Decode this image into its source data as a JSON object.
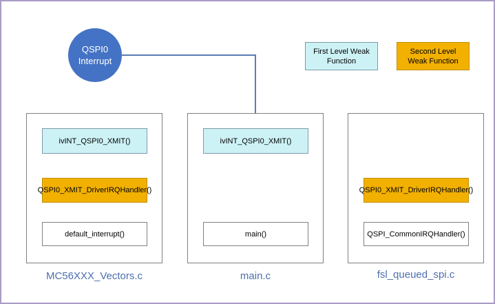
{
  "colors": {
    "circle_fill": "#4472C4",
    "connector": "#5B7BB4",
    "first_level_fill": "#CDF2F6",
    "first_level_border": "#7E9AA8",
    "second_level_fill": "#F2B000",
    "second_level_border": "#BF8F00",
    "plain_border": "#808080",
    "container_border": "#7F7F7F",
    "file_label": "#4C6FAD",
    "frame_border": "#A99BC7"
  },
  "interrupt_source": {
    "line1": "QSPI0",
    "line2": "Interrupt"
  },
  "legend": {
    "first_level": "First Level Weak Function",
    "second_level": "Second Level Weak Function"
  },
  "files": [
    {
      "name": "MC56XXX_Vectors.c",
      "functions": [
        {
          "label": "ivINT_QSPI0_XMIT()",
          "type": "first"
        },
        {
          "label": "QSPI0_XMIT_DriverIRQHandler()",
          "type": "second"
        },
        {
          "label": "default_interrupt()",
          "type": "plain"
        }
      ]
    },
    {
      "name": "main.c",
      "functions": [
        {
          "label": "ivINT_QSPI0_XMIT()",
          "type": "first"
        },
        {
          "label": "main()",
          "type": "plain"
        }
      ]
    },
    {
      "name": "fsl_queued_spi.c",
      "functions": [
        {
          "label": "QSPI0_XMIT_DriverIRQHandler()",
          "type": "second"
        },
        {
          "label": "QSPI_CommonIRQHandler()",
          "type": "plain"
        }
      ]
    }
  ]
}
